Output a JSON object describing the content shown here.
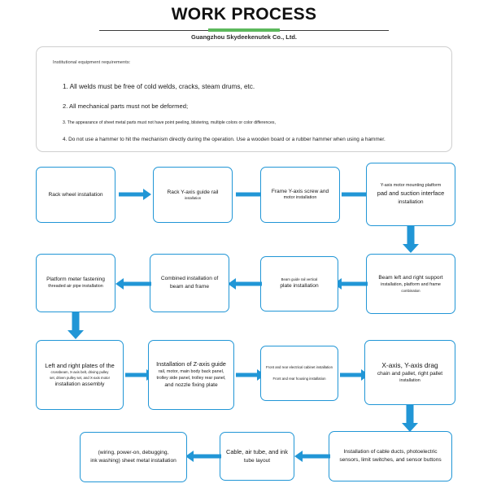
{
  "header": {
    "title": "WORK PROCESS",
    "subtitle": "Guangzhou Skydeekenutek Co., Ltd.",
    "accent_color": "#5cb85c",
    "rule_color": "#3c3c3c"
  },
  "notes": {
    "title": "Institutional equipment requirements:",
    "items": [
      "1. All welds must be free of cold welds, cracks, steam drums, etc.",
      "2. All mechanical parts must not be deformed;",
      "3. The appearance of sheet metal parts must not have point peeling, blistering, multiple colors or color differences,",
      "4. Do not use a hammer to hit the mechanism directly during the operation. Use a wooden board or a rubber hammer when using a hammer."
    ]
  },
  "flowchart": {
    "node_border_color": "#2196d6",
    "arrow_color": "#2196d6",
    "nodes": [
      {
        "id": "n1",
        "lines": [
          "Rack wheel installation"
        ]
      },
      {
        "id": "n2",
        "lines": [
          "Rack Y-axis guide rail",
          "installation"
        ]
      },
      {
        "id": "n3",
        "lines": [
          "Frame Y-axis screw and",
          "motor installation"
        ]
      },
      {
        "id": "n4",
        "lines": [
          "Y-axis motor mounting platform",
          "pad and suction interface",
          "installation"
        ]
      },
      {
        "id": "n5",
        "lines": [
          "Beam left and right support",
          "installation, platform and frame",
          "combination"
        ]
      },
      {
        "id": "n6",
        "lines": [
          "Beam guide rail vertical",
          "plate installation"
        ]
      },
      {
        "id": "n7",
        "lines": [
          "Combined installation of",
          "beam and frame"
        ]
      },
      {
        "id": "n8",
        "lines": [
          "Platform meter fastening",
          "threaded air pipe installation"
        ]
      },
      {
        "id": "n9",
        "lines": [
          "Left and right plates of the",
          "crossbeam, X-axis belt, driving pulley",
          "set, driven pulley set, and X-axis motor",
          "installation assembly"
        ]
      },
      {
        "id": "n10",
        "lines": [
          "Installation of Z-axis guide",
          "rail, motor, main body back panel,",
          "trolley side panel, trolley rear panel,",
          "and nozzle fixing plate"
        ]
      },
      {
        "id": "n11",
        "lines": [
          "Front and rear electrical cabinet installation",
          "Front and rear housing installation"
        ]
      },
      {
        "id": "n12",
        "lines": [
          "X-axis, Y-axis drag",
          "chain and pallet, right pallet",
          "installation"
        ]
      },
      {
        "id": "n13",
        "lines": [
          "Installation of cable ducts, photoelectric",
          "sensors, limit switches, and sensor buttons"
        ]
      },
      {
        "id": "n14",
        "lines": [
          "Cable, air tube, and ink",
          "tube layout"
        ]
      },
      {
        "id": "n15",
        "lines": [
          "(wiring, power-on, debugging,",
          "ink washing) sheet metal installation"
        ]
      }
    ]
  }
}
